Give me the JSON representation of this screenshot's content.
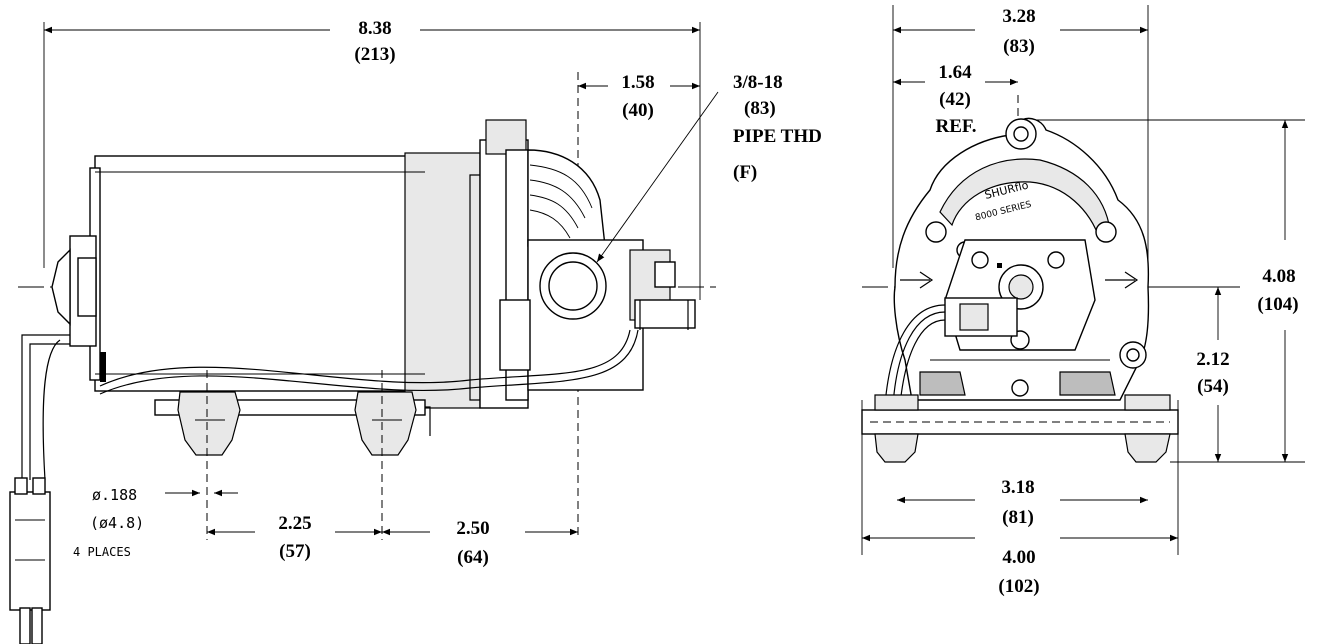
{
  "side_view": {
    "overall_length": {
      "in": "8.38",
      "mm": "(213)"
    },
    "port_offset": {
      "in": "1.58",
      "mm": "(40)"
    },
    "thread_callout": {
      "size": "3/8-18",
      "mm": "(83)",
      "type": "PIPE THD",
      "gender": "(F)"
    },
    "hole_dia": {
      "in": "ø.188",
      "mm": "(ø4.8)",
      "note": "4 PLACES"
    },
    "mount_spacing": {
      "in": "2.25",
      "mm": "(57)"
    },
    "port_to_mount": {
      "in": "2.50",
      "mm": "(64)"
    }
  },
  "front_view": {
    "width_top": {
      "in": "3.28",
      "mm": "(83)"
    },
    "half_width": {
      "in": "1.64",
      "mm": "(42)",
      "note": "REF."
    },
    "height": {
      "in": "4.08",
      "mm": "(104)"
    },
    "port_height": {
      "in": "2.12",
      "mm": "(54)"
    },
    "mount_spacing": {
      "in": "3.18",
      "mm": "(81)"
    },
    "base_width": {
      "in": "4.00",
      "mm": "(102)"
    },
    "brand_text": "SHURflo",
    "model_text": "8000 SERIES"
  }
}
